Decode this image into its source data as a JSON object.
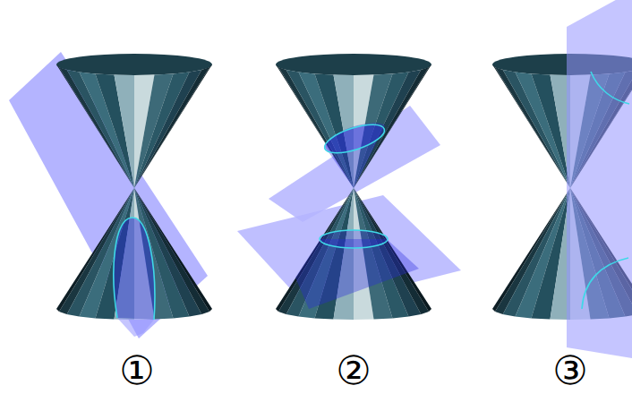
{
  "diagram": {
    "labels": [
      "①",
      "②",
      "③"
    ]
  }
}
